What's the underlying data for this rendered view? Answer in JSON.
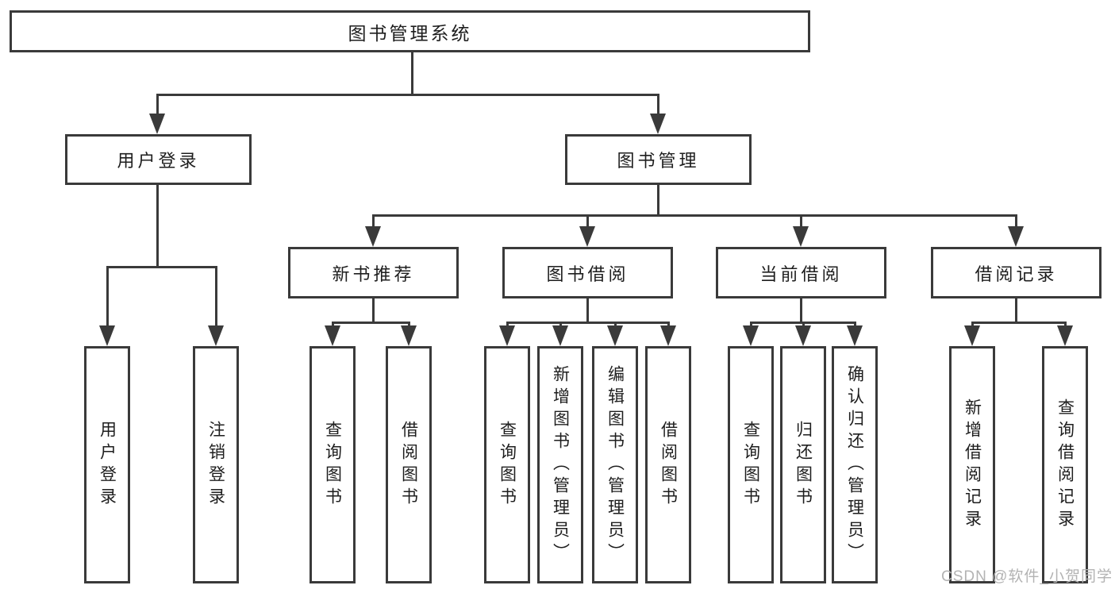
{
  "diagram": {
    "root": {
      "label": "图书管理系统"
    },
    "level2": [
      {
        "label": "用户登录"
      },
      {
        "label": "图书管理"
      }
    ],
    "level3": [
      {
        "label": "新书推荐"
      },
      {
        "label": "图书借阅"
      },
      {
        "label": "当前借阅"
      },
      {
        "label": "借阅记录"
      }
    ],
    "leaves": {
      "user_login": [
        {
          "label": "用户登录"
        },
        {
          "label": "注销登录"
        }
      ],
      "new_book": [
        {
          "label": "查询图书"
        },
        {
          "label": "借阅图书"
        }
      ],
      "book_borrow": [
        {
          "label": "查询图书"
        },
        {
          "label": "新增图书（管理员）"
        },
        {
          "label": "编辑图书（管理员）"
        },
        {
          "label": "借阅图书"
        }
      ],
      "current_borrow": [
        {
          "label": "查询图书"
        },
        {
          "label": "归还图书"
        },
        {
          "label": "确认归还（管理员）"
        }
      ],
      "borrow_record": [
        {
          "label": "新增借阅记录"
        },
        {
          "label": "查询借阅记录"
        }
      ]
    }
  },
  "watermark": {
    "text": "CSDN @软件_小贺同学"
  },
  "colors": {
    "line": "#3a3a3a",
    "text": "#1e1e1e",
    "watermark": "#b3b3b3",
    "background": "#ffffff"
  }
}
